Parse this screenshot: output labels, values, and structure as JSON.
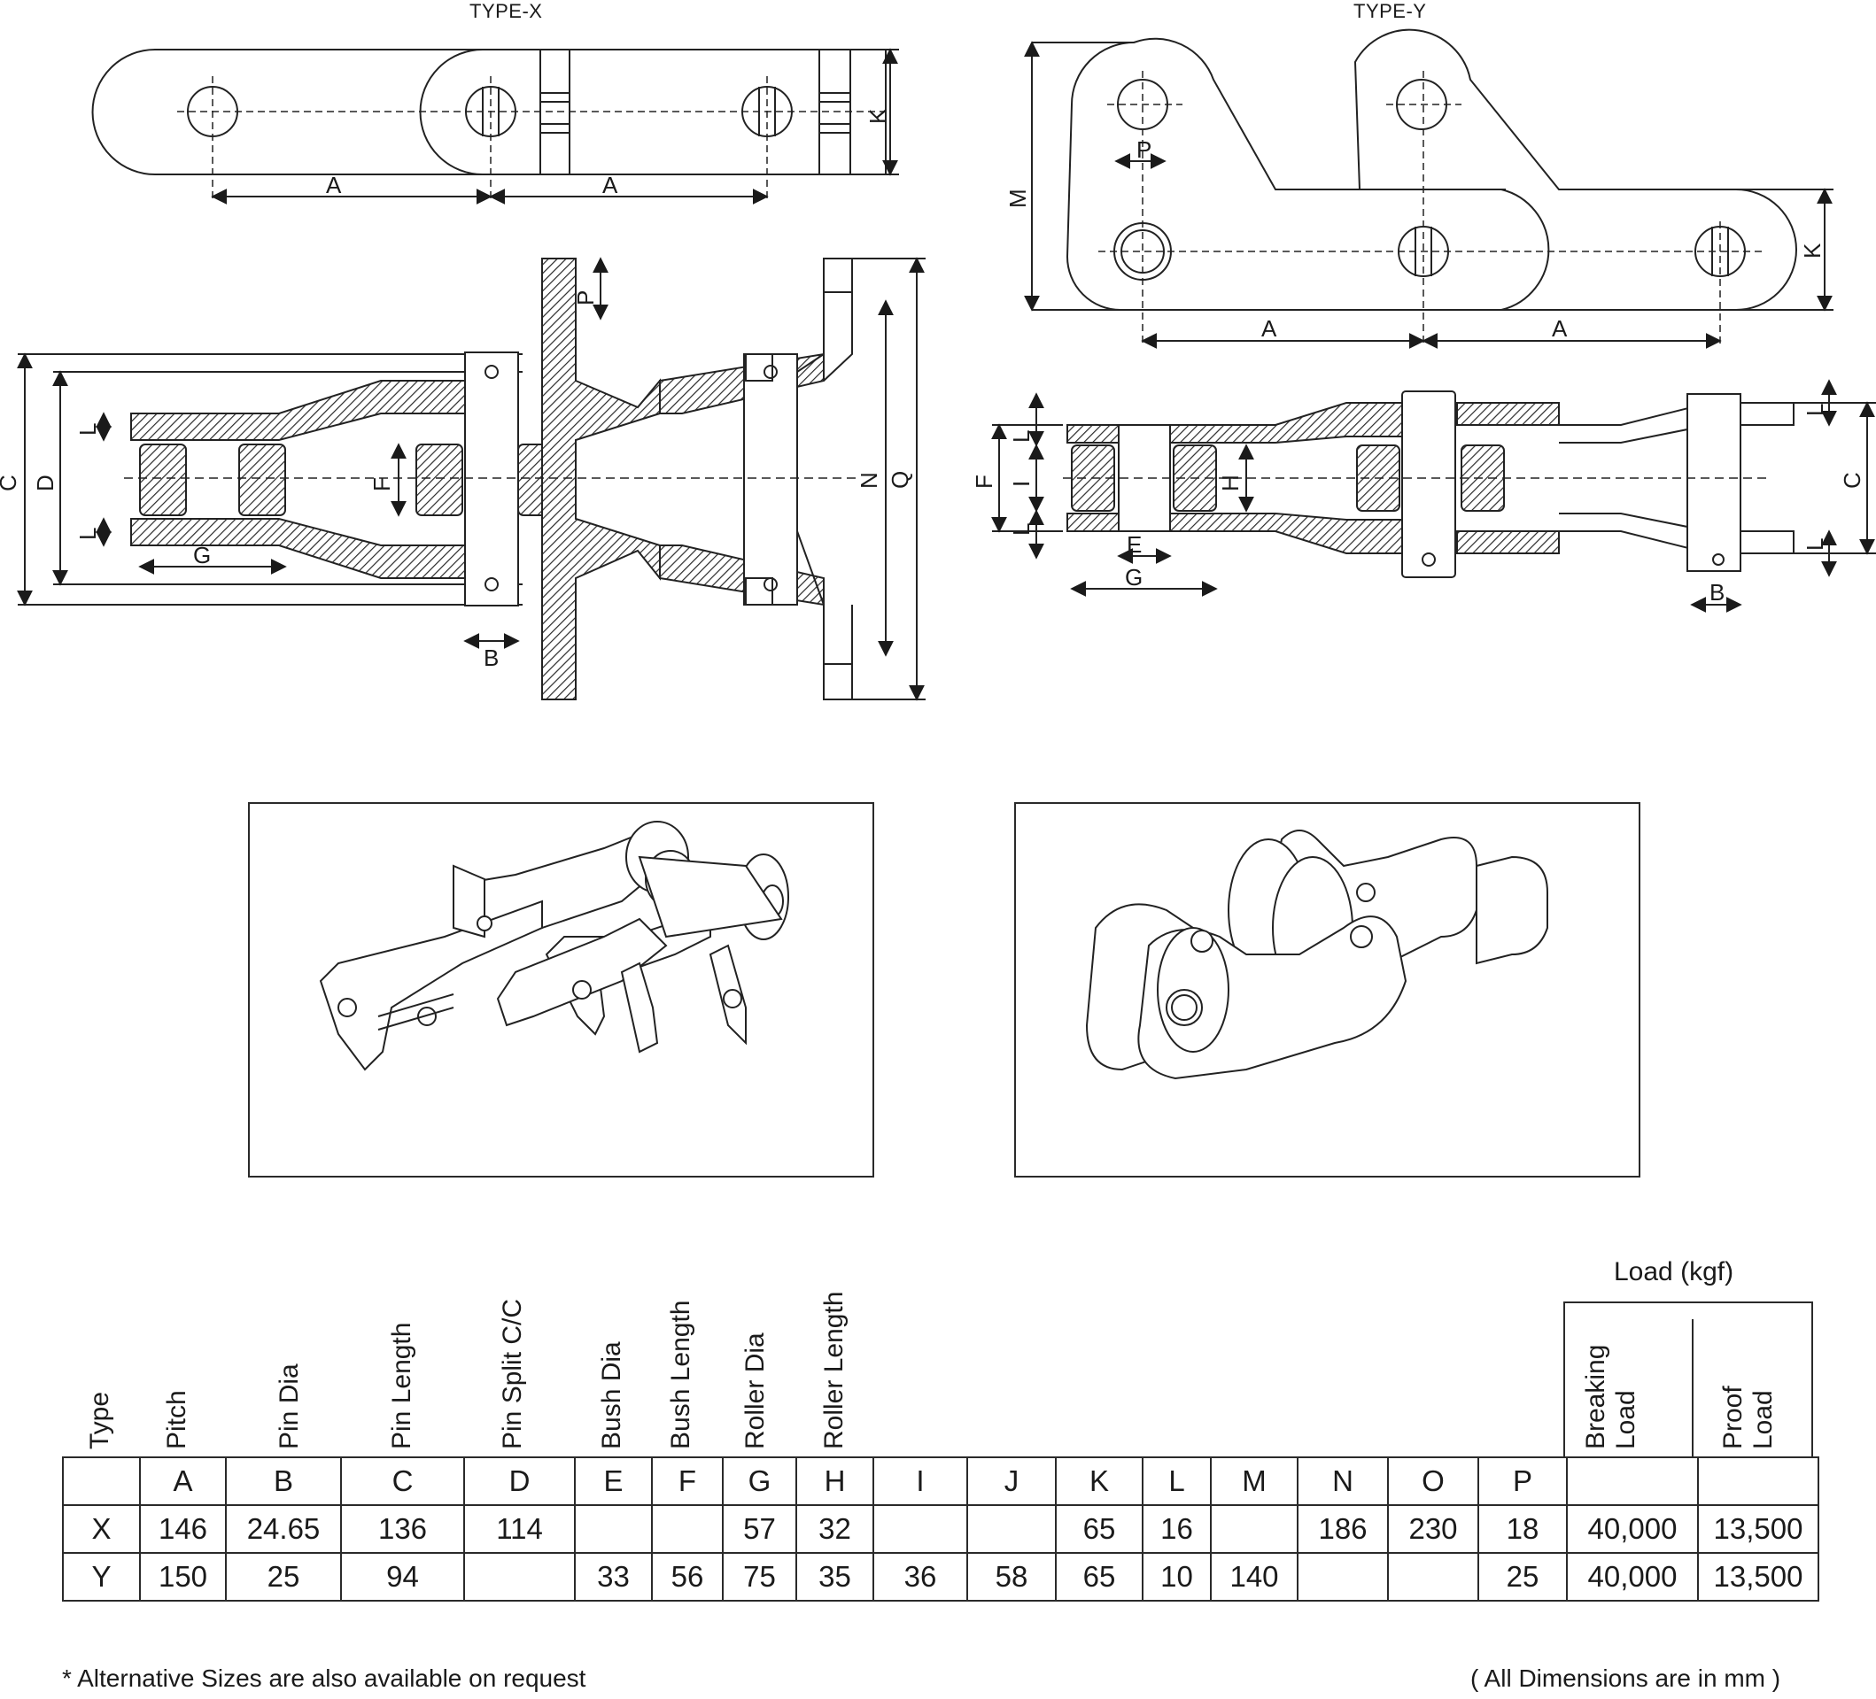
{
  "drawings": {
    "type_x_title": "TYPE-X",
    "type_y_title": "TYPE-Y",
    "x_plan_labels": {
      "pitch1": "A",
      "pitch2": "A",
      "height": "K"
    },
    "x_section_labels": {
      "C": "C",
      "D": "D",
      "L1": "L",
      "L2": "L",
      "F": "F",
      "G": "G",
      "B": "B",
      "P": "P",
      "N": "N",
      "Q": "Q"
    },
    "y_plan_labels": {
      "M": "M",
      "P": "P",
      "K": "K",
      "pitch1": "A",
      "pitch2": "A"
    },
    "y_section_labels": {
      "F": "F",
      "L1": "L",
      "I": "I",
      "L2": "L",
      "H": "H",
      "E": "E",
      "G": "G",
      "L3": "L",
      "L4": "L",
      "C": "C",
      "B": "B"
    }
  },
  "table": {
    "column_headers": [
      "Type",
      "Pitch",
      "Pin Dia",
      "Pin Length",
      "Pin Split C/C",
      "Bush Dia",
      "Bush Length",
      "Roller Dia",
      "Roller Length"
    ],
    "load_header": "Load (kgf)",
    "load_sub": [
      "Breaking Load",
      "Proof Load"
    ],
    "letters": [
      "",
      "A",
      "B",
      "C",
      "D",
      "E",
      "F",
      "G",
      "H",
      "I",
      "J",
      "K",
      "L",
      "M",
      "N",
      "O",
      "P",
      "",
      ""
    ],
    "rows": [
      [
        "X",
        "146",
        "24.65",
        "136",
        "114",
        "",
        "",
        "57",
        "32",
        "",
        "",
        "65",
        "16",
        "",
        "186",
        "230",
        "18",
        "40,000",
        "13,500"
      ],
      [
        "Y",
        "150",
        "25",
        "94",
        "",
        "33",
        "56",
        "75",
        "35",
        "36",
        "58",
        "65",
        "10",
        "140",
        "",
        "",
        "25",
        "40,000",
        "13,500"
      ]
    ]
  },
  "footnote_left": "* Alternative Sizes are also available on request",
  "footnote_right": "( All Dimensions are in mm )"
}
